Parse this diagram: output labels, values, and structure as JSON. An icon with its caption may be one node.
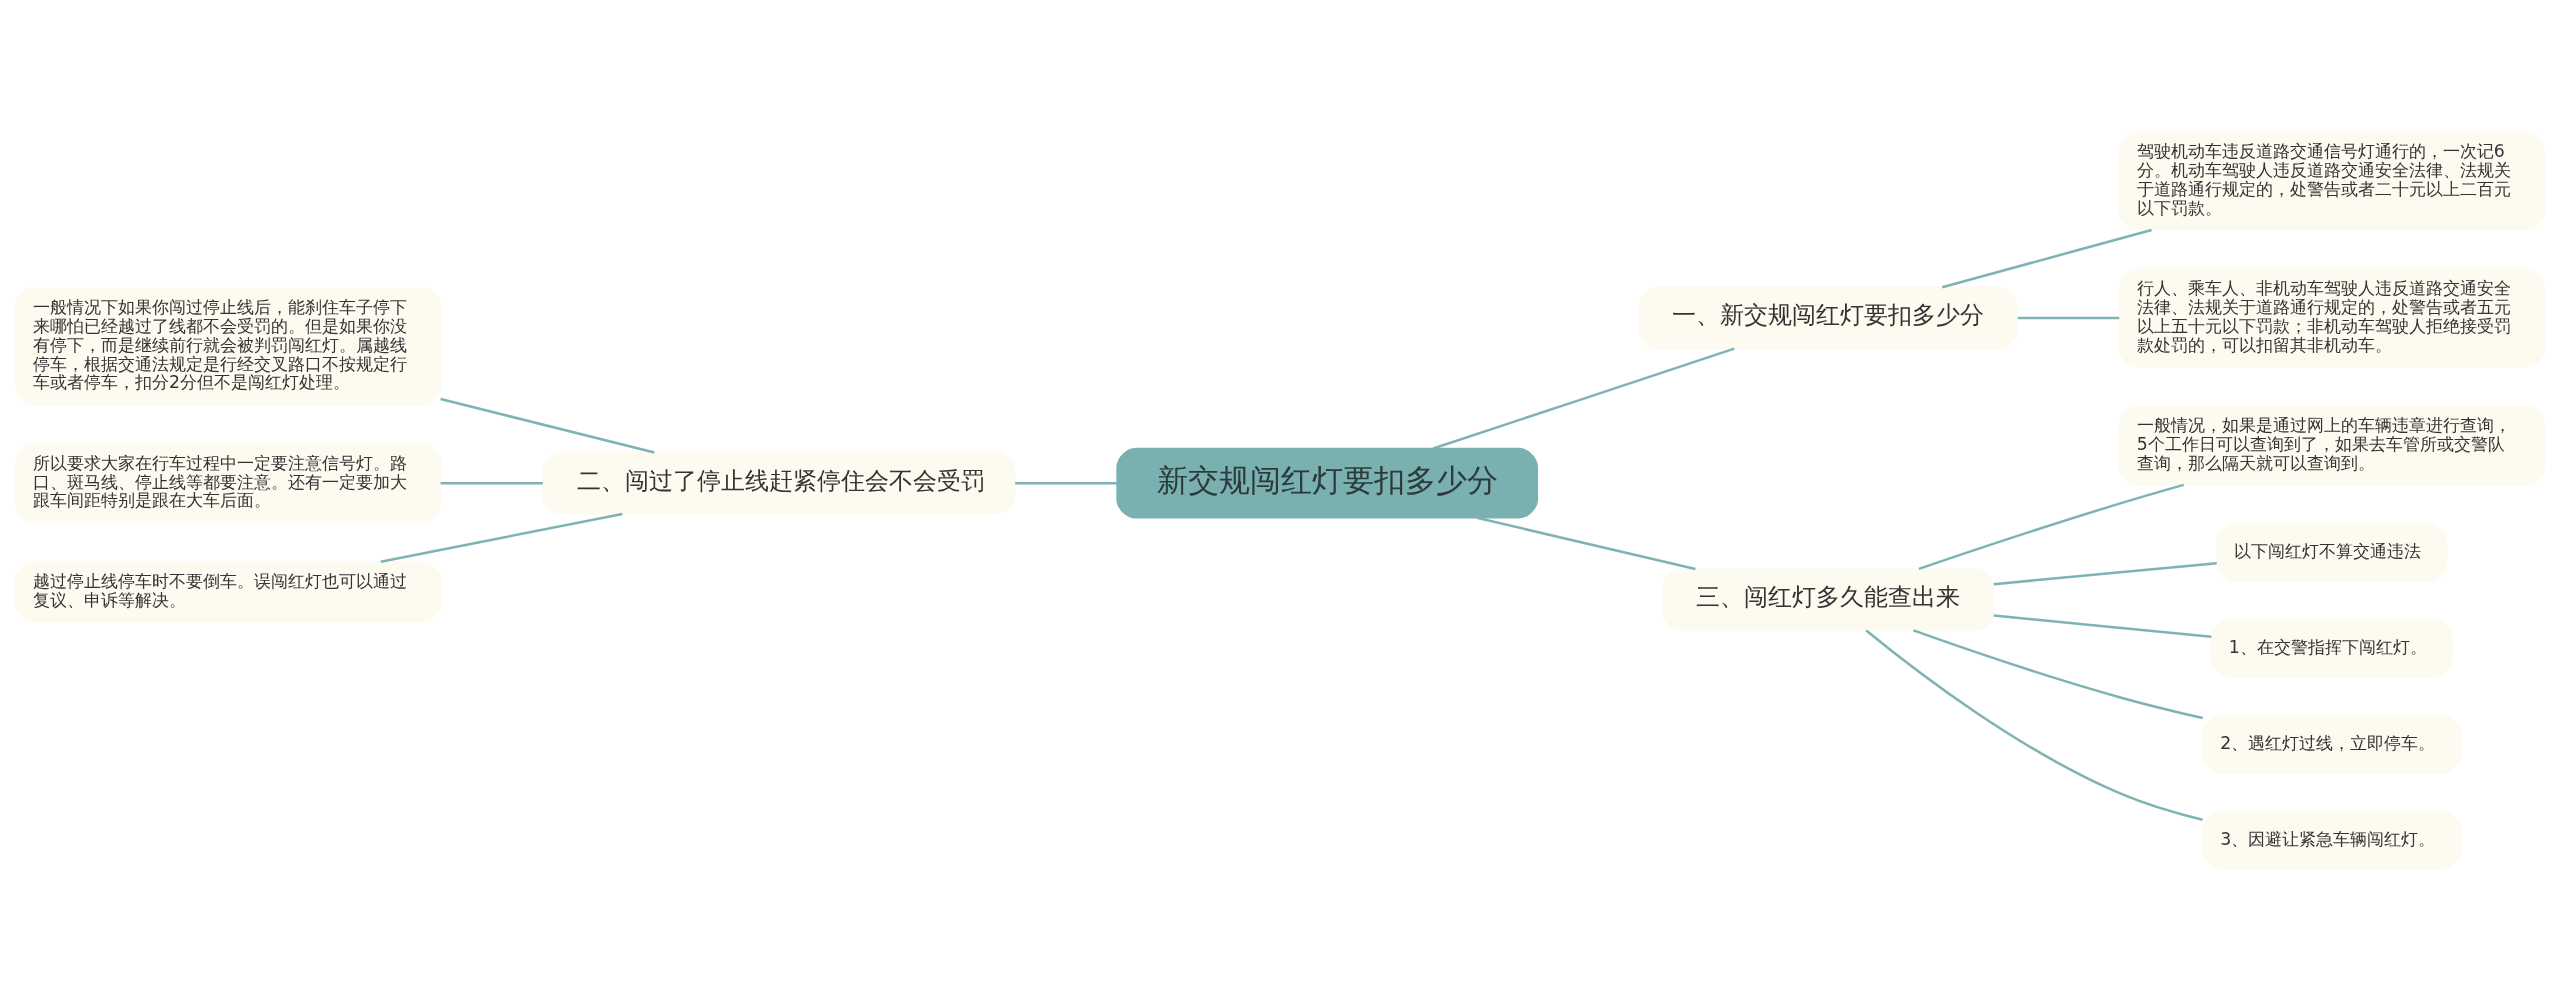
{
  "diagram": {
    "nodes": [
      {
        "text": [
          "新交规闯红灯要扣多少分"
        ]
      },
      {
        "text": [
          "一、新交规闯红灯要扣多少分"
        ]
      },
      {
        "text": [
          "驾驶机动车违反道路交通信号灯通行的，一次记6分。机动车驾驶人违反道路交通安全法律、法规关于道路通行规定的，处警告或者二十元以上二百元以下罚款。"
        ]
      },
      {
        "text": [
          "行人、乘车人、非机动车驾驶人违反道路交通安全法律、法规关于道路通行规定的，处警告或者五元以上五十元以下罚款；非机动车驾驶人拒绝接受罚款处罚的，可以扣留其非机动车。"
        ]
      },
      {
        "text": [
          "二、闯过了停止线赶紧停住会不会受罚"
        ]
      },
      {
        "text": [
          "一般情况下如果你闯过停止线后，能刹住车子停下来哪怕已经越过了线都不会受罚的。但是如果你没有停下，而是继续前行就会被判罚闯红灯。属越线停车，根据交通法规定是行经交叉路口不按规定行车或者停车，扣分2分但不是闯红灯处理。"
        ]
      },
      {
        "text": [
          "所以要求大家在行车过程中一定要注意信号灯。路口、斑马线、停止线等都要注意。还有一定要加大跟车间距特别是跟在大车后面。"
        ]
      },
      {
        "text": [
          "越过停止线停车时不要倒车。误闯红灯也可以通过复议、申诉等解决。"
        ]
      },
      {
        "text": [
          "三、闯红灯多久能查出来"
        ]
      },
      {
        "text": [
          "一般情况，如果是通过网上的车辆违章进行查询，5个工作日可以查询到了，如果去车管所或交警队查询，那么隔天就可以查询到。"
        ]
      },
      {
        "text": [
          "以下闯红灯不算交通违法"
        ]
      },
      {
        "text": [
          "1、在交警指挥下闯红灯。"
        ]
      },
      {
        "text": [
          "2、遇红灯过线，立即停车。"
        ]
      },
      {
        "text": [
          "3、因避让紧急车辆闯红灯。"
        ]
      }
    ],
    "edges": [
      {
        "from": 0,
        "to": 1,
        "arrow": "none"
      },
      {
        "from": 1,
        "to": 2,
        "arrow": "none"
      },
      {
        "from": 1,
        "to": 3,
        "arrow": "none"
      },
      {
        "from": 0,
        "to": 4,
        "arrow": "none"
      },
      {
        "from": 4,
        "to": 5,
        "arrow": "none"
      },
      {
        "from": 4,
        "to": 6,
        "arrow": "none"
      },
      {
        "from": 4,
        "to": 7,
        "arrow": "none"
      },
      {
        "from": 0,
        "to": 8,
        "arrow": "none"
      },
      {
        "from": 8,
        "to": 9,
        "arrow": "none"
      },
      {
        "from": 8,
        "to": 10,
        "arrow": "none"
      },
      {
        "from": 8,
        "to": 11,
        "arrow": "none"
      },
      {
        "from": 8,
        "to": 12,
        "arrow": "none"
      },
      {
        "from": 8,
        "to": 13,
        "arrow": "none"
      }
    ]
  }
}
